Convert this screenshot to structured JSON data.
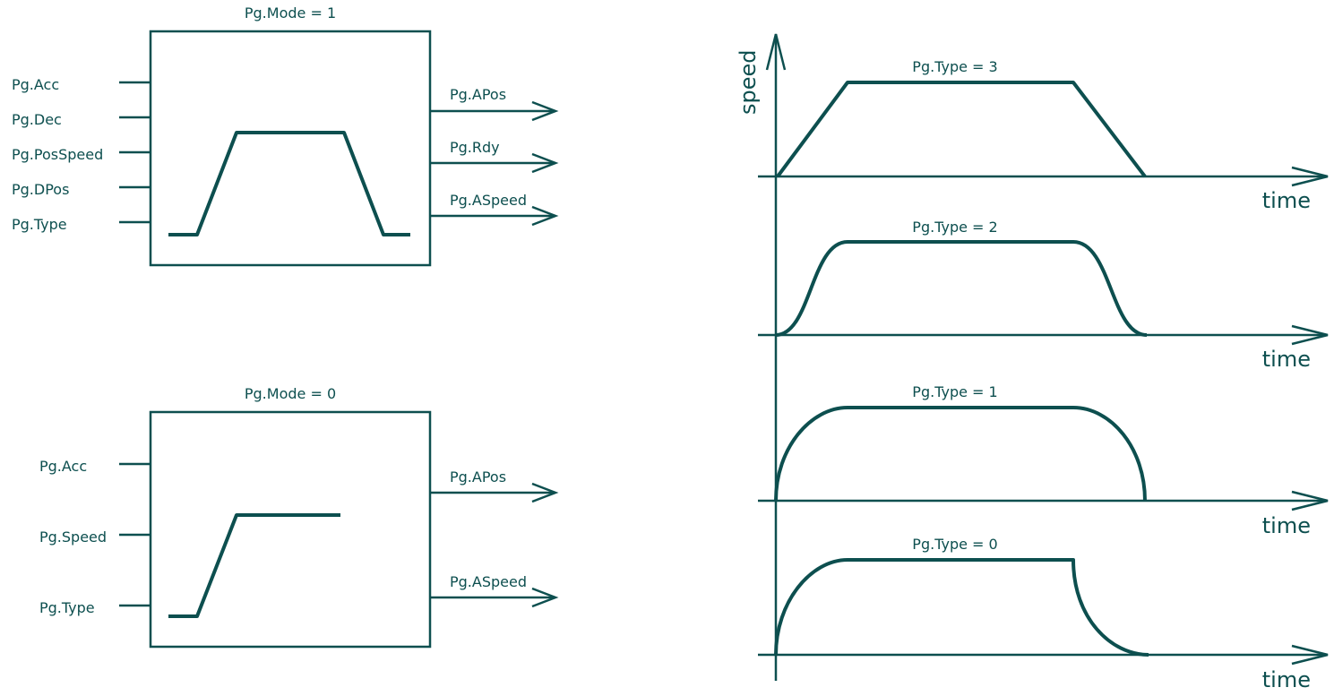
{
  "colors": {
    "ink": "#0d4f4f",
    "background": "#ffffff"
  },
  "block_mode1": {
    "title": "Pg.Mode = 1",
    "inputs": [
      "Pg.Acc",
      "Pg.Dec",
      "Pg.PosSpeed",
      "Pg.DPos",
      "Pg.Type"
    ],
    "outputs": [
      "Pg.APos",
      "Pg.Rdy",
      "Pg.ASpeed"
    ]
  },
  "block_mode0": {
    "title": "Pg.Mode = 0",
    "inputs": [
      "Pg.Acc",
      "Pg.Speed",
      "Pg.Type"
    ],
    "outputs": [
      "Pg.APos",
      "Pg.ASpeed"
    ]
  },
  "profiles": {
    "y_axis_label": "speed",
    "x_axis_label": "time",
    "items": [
      {
        "label": "Pg.Type = 3",
        "shape": "linear-ramp"
      },
      {
        "label": "Pg.Type = 2",
        "shape": "s-curve"
      },
      {
        "label": "Pg.Type = 1",
        "shape": "sine-ramp"
      },
      {
        "label": "Pg.Type = 0",
        "shape": "sine-accel-steep-decel"
      }
    ]
  }
}
